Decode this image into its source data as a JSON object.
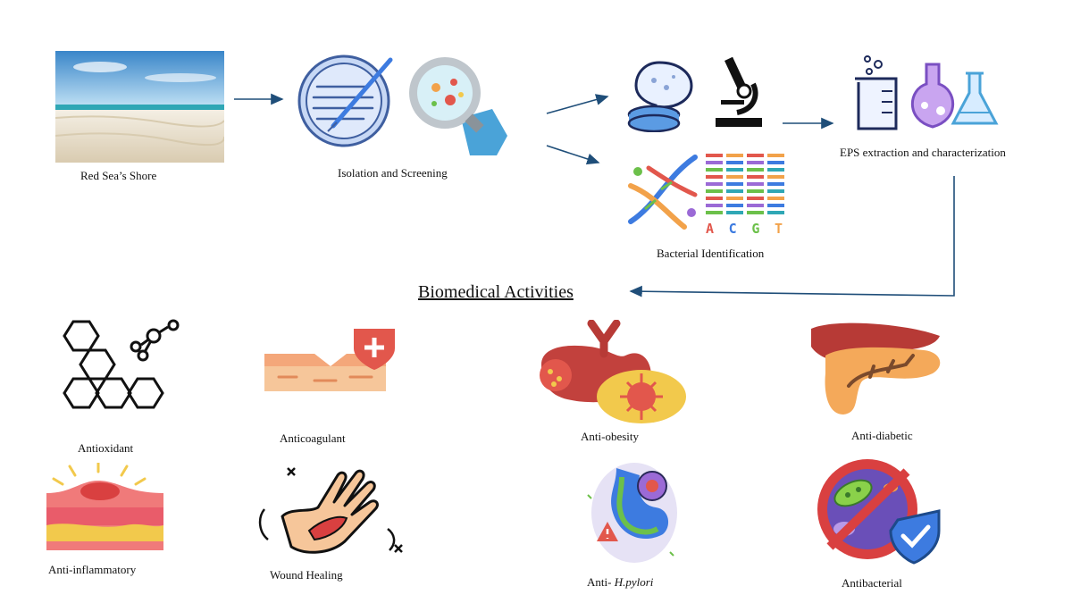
{
  "workflow": {
    "step1_label": "Red Sea’s  Shore",
    "step2_label": "Isolation  and Screening",
    "step3_label": "Bacterial  Identification",
    "step4_label": "EPS extraction  and characterization",
    "dna_letters": [
      "A",
      "C",
      "G",
      "T"
    ]
  },
  "activities": {
    "title": "Biomedical Activities",
    "items": [
      {
        "label": "Antioxidant",
        "icon": "molecule-icon"
      },
      {
        "label": "Anticoagulant",
        "icon": "skin-shield-icon"
      },
      {
        "label": "Anti-obesity",
        "icon": "fat-cell-icon"
      },
      {
        "label": "Anti-diabetic",
        "icon": "pancreas-icon"
      },
      {
        "label": "Anti-inflammatory",
        "icon": "inflamed-skin-icon"
      },
      {
        "label": "Wound Healing",
        "icon": "wounded-hand-icon"
      },
      {
        "label_prefix": "Anti- ",
        "label_italic": "H.pylori",
        "icon": "stomach-bacteria-icon"
      },
      {
        "label": "Antibacterial",
        "icon": "bacteria-shield-icon"
      }
    ]
  },
  "colors": {
    "arrow": "#1f4e79",
    "sky": "#4a9ad6",
    "sand": "#efe6d4",
    "accent_blue": "#3d7be0",
    "accent_red": "#e2574c",
    "accent_purple": "#9b6ad6",
    "accent_green": "#6cc04a"
  }
}
